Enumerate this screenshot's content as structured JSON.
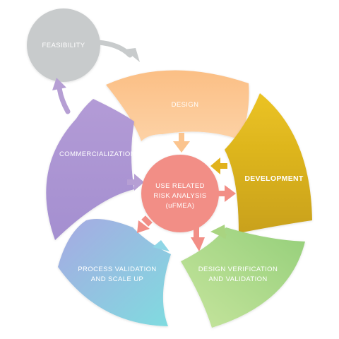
{
  "stages": {
    "feasibility": "FEASIBILITY",
    "design": "DESIGN",
    "development": "DEVELOPMENT",
    "design_verification_line1": "DESIGN VERIFICATION",
    "design_verification_line2": "AND VALIDATION",
    "process_validation_line1": "PROCESS VALIDATION",
    "process_validation_line2": "AND SCALE UP",
    "commercialization": "COMMERCIALIZATION"
  },
  "center": {
    "line1": "USE RELATED",
    "line2": "RISK ANALYSIS",
    "line3": "(uFMEA)"
  },
  "colors": {
    "feasibility": "#c8cbcc",
    "design": "#fbc48e",
    "development": "#e1b21c",
    "design_verification": "#a9d481",
    "process_validation": "#8fd6e6",
    "commercialization": "#b69fd4",
    "center": "#f28e86"
  }
}
